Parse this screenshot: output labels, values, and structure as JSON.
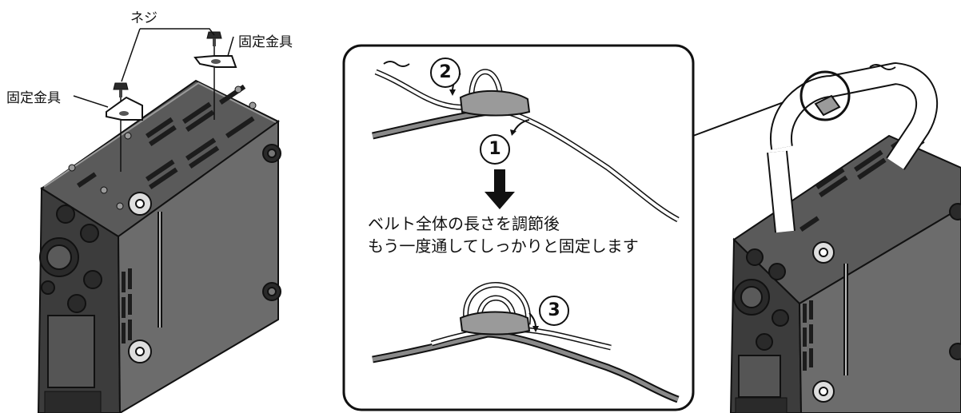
{
  "labels": {
    "screw": "ネジ",
    "bracket_left": "固定金具",
    "bracket_right": "固定金具"
  },
  "caption": {
    "line1": "ベルト全体の長さを調節後",
    "line2": "もう一度通してしっかりと固定します"
  },
  "steps": {
    "step1": "1",
    "step2": "2",
    "step3": "3"
  },
  "colors": {
    "line": "#111111",
    "strap_fill": "#ffffff",
    "buckle": "#9a9a9a",
    "body_dark": "#4a4a4a",
    "body_mid": "#6e6e6e",
    "vent": "#222222"
  }
}
